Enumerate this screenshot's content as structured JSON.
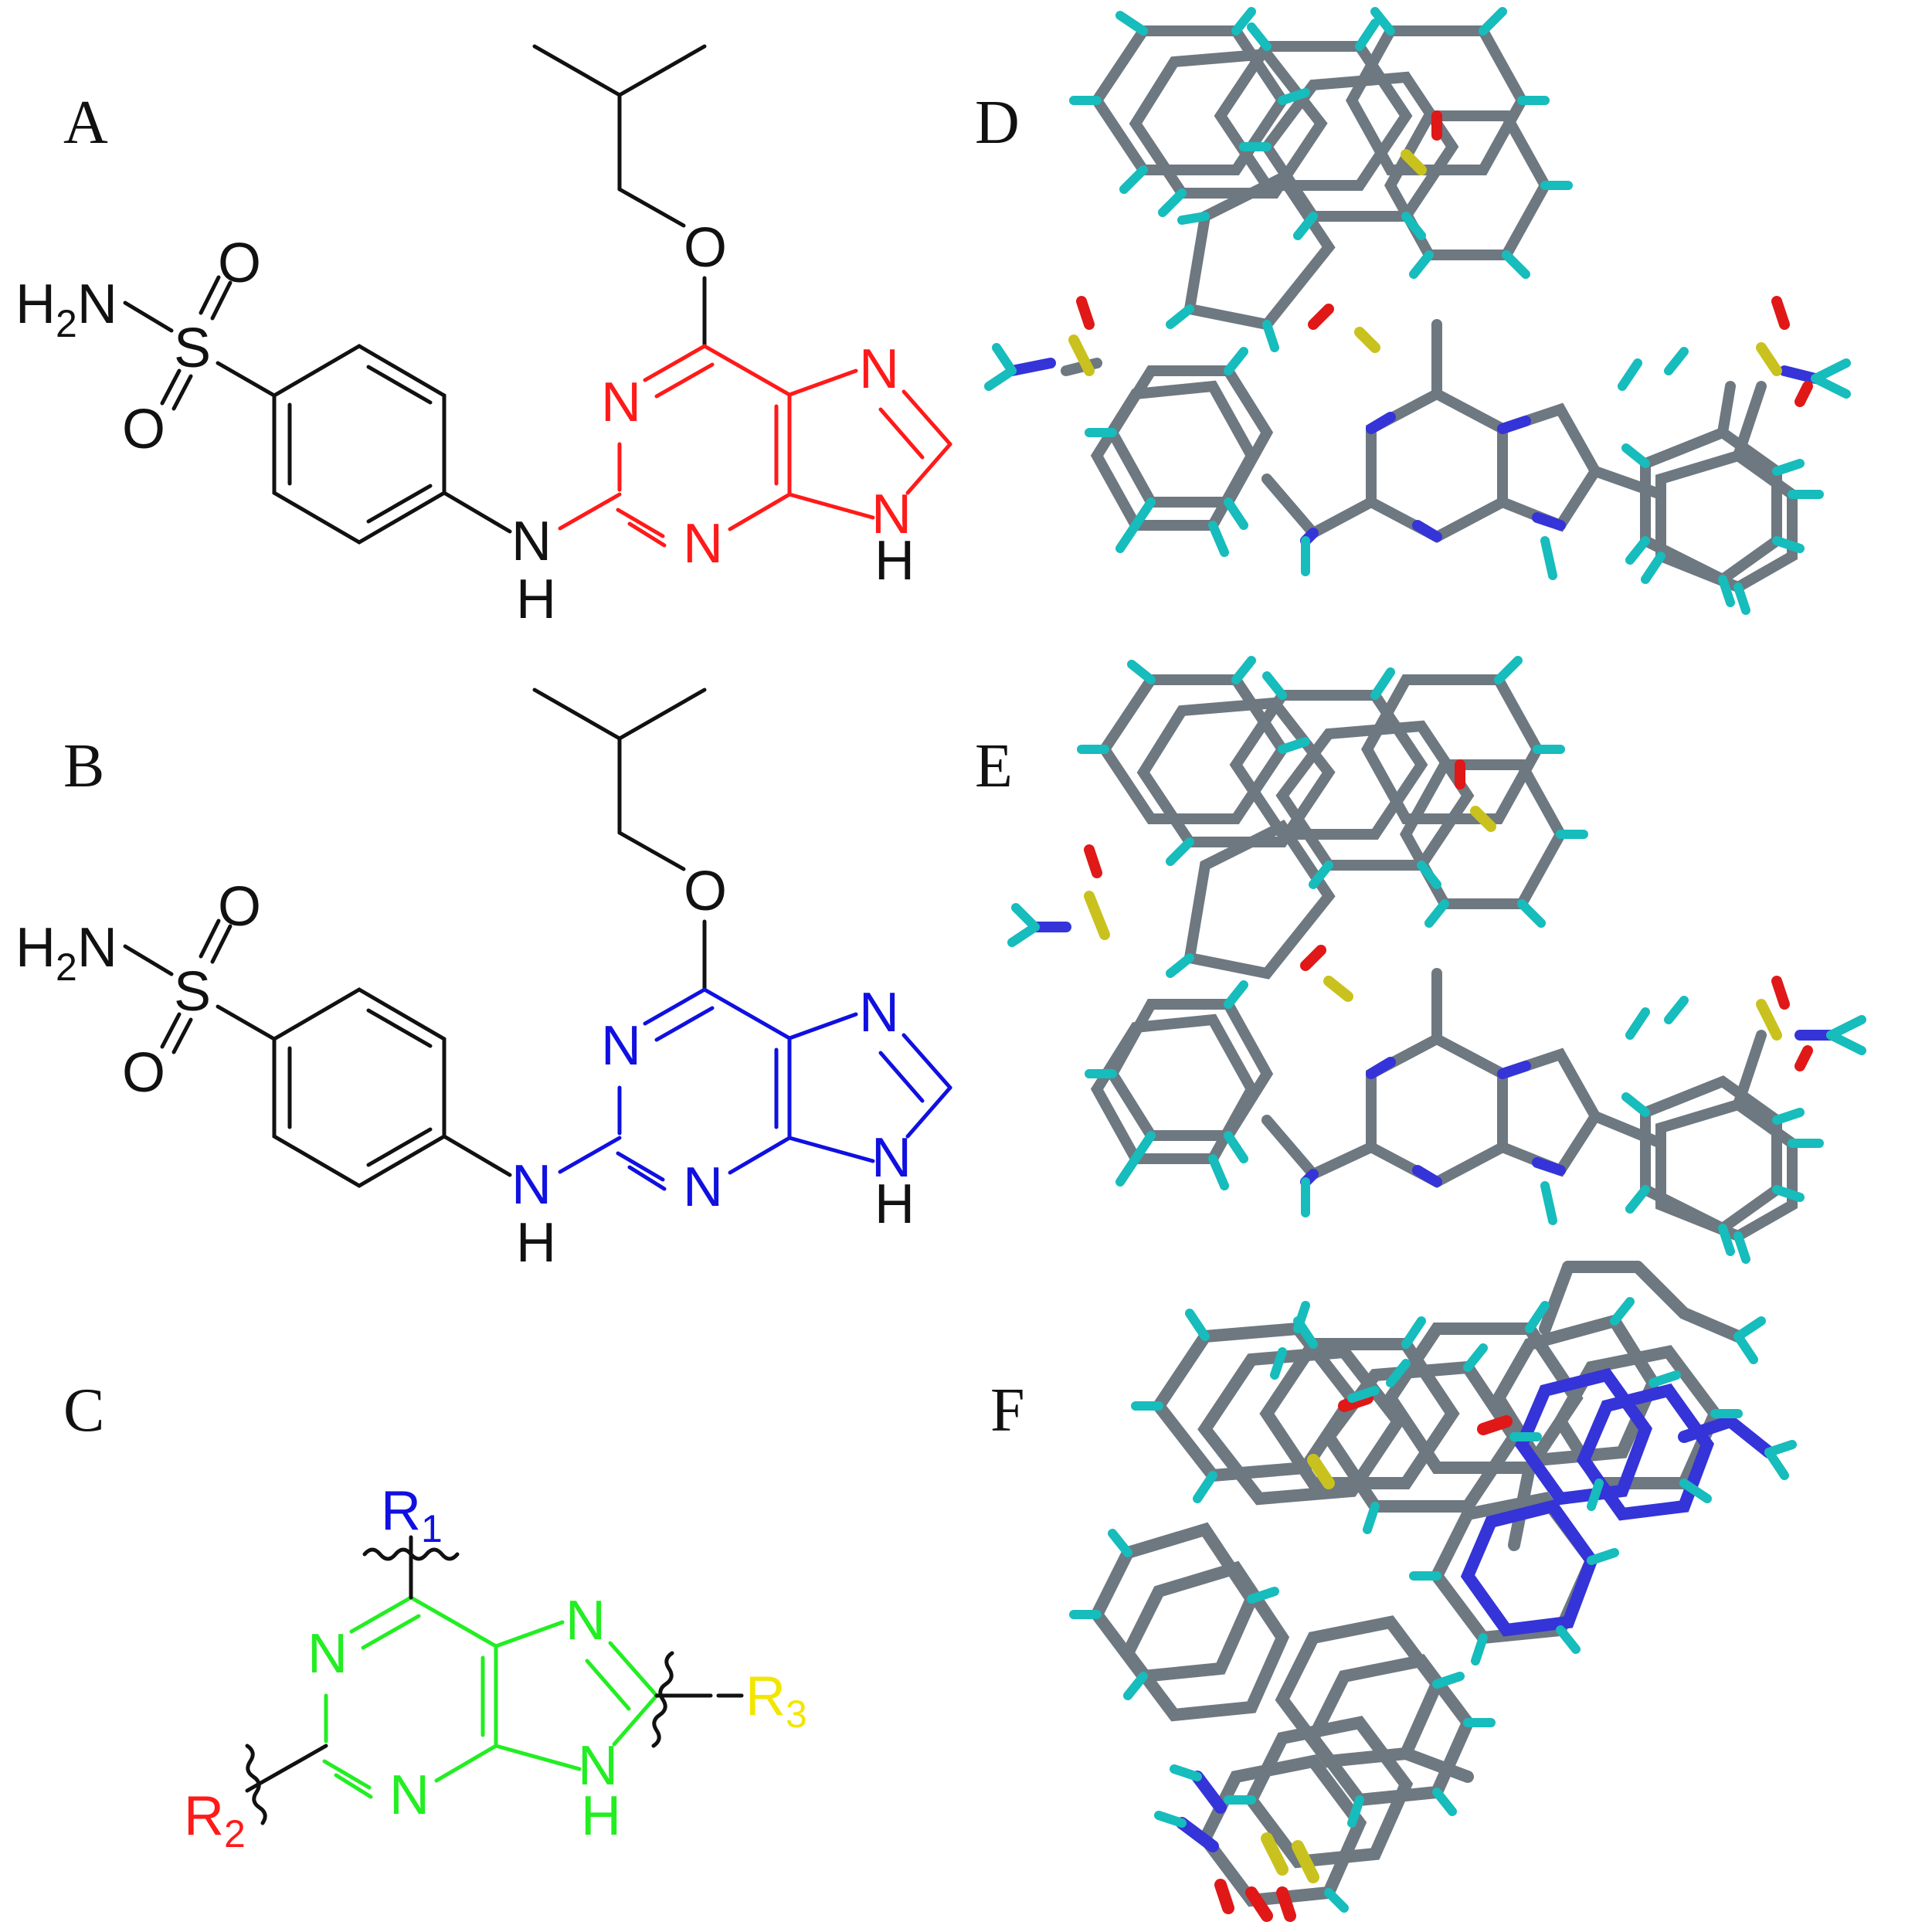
{
  "panels": [
    {
      "id": "A",
      "label": "A"
    },
    {
      "id": "B",
      "label": "B"
    },
    {
      "id": "C",
      "label": "C"
    },
    {
      "id": "D",
      "label": "D"
    },
    {
      "id": "E",
      "label": "E"
    },
    {
      "id": "F",
      "label": "F"
    }
  ],
  "atoms": {
    "H": "H",
    "H2": "2",
    "N": "N",
    "S": "S",
    "O": "O",
    "R": "R",
    "sub1": "1",
    "sub2": "2",
    "sub3": "3"
  },
  "colors": {
    "black": "#111111",
    "red": "#ff1a1a",
    "blue": "#1010e0",
    "green": "#22ee22",
    "yellow": "#f2e600",
    "carbon_stick": "#6e7880",
    "hydrogen_stick": "#17bcbc",
    "nitrogen_stick": "#3434d8",
    "oxygen_stick": "#e01818",
    "sulfur_stick": "#c9c21e"
  }
}
